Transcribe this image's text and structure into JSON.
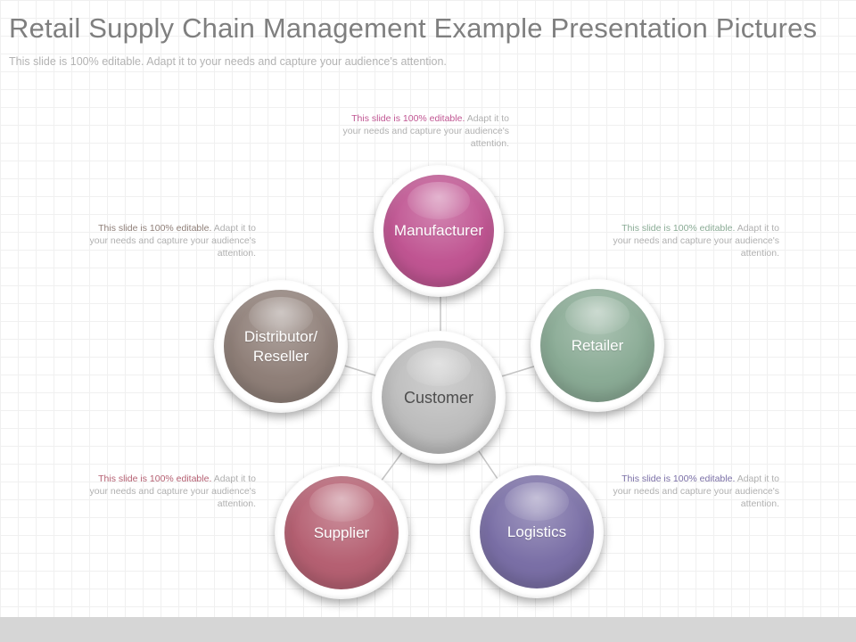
{
  "header": {
    "title": "Retail Supply Chain Management Example Presentation Pictures",
    "subtitle": "This slide is 100% editable. Adapt it to your needs and capture your audience's attention."
  },
  "nodes": {
    "center": {
      "label": "Customer",
      "color": "#bdbdbd"
    },
    "top": {
      "label": "Manufacturer",
      "color": "#c05592"
    },
    "right": {
      "label": "Retailer",
      "color": "#8aab95"
    },
    "left": {
      "label_line1": "Distributor/",
      "label_line2": "Reseller",
      "color": "#8f7f78"
    },
    "bottom_left": {
      "label": "Supplier",
      "color": "#b56072"
    },
    "bottom_right": {
      "label": "Logistics",
      "color": "#7a6fa6"
    }
  },
  "notes": {
    "top": {
      "lead": "This slide is 100% editable.",
      "rest": " Adapt it to your needs and capture your audience's attention.",
      "lead_color": "#c05592"
    },
    "left": {
      "lead": "This slide is 100% editable.",
      "rest": " Adapt it to your needs and capture your audience's attention.",
      "lead_color": "#8f7f78"
    },
    "right": {
      "lead": "This slide is 100% editable.",
      "rest": " Adapt it to your needs and capture your audience's attention.",
      "lead_color": "#8aab95"
    },
    "bottom_left": {
      "lead": "This slide is 100% editable.",
      "rest": " Adapt it to your needs and capture your audience's attention.",
      "lead_color": "#b56072"
    },
    "bottom_right": {
      "lead": "This slide is 100% editable.",
      "rest": " Adapt it to your needs and capture your audience's attention.",
      "lead_color": "#7a6fa6"
    }
  }
}
